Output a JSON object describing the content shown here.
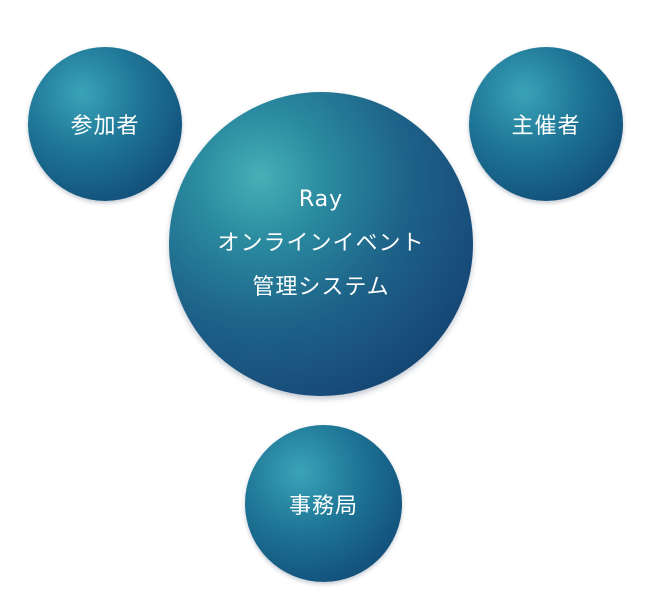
{
  "circles": {
    "participant": {
      "label": "参加者"
    },
    "organizer": {
      "label": "主催者"
    },
    "system": {
      "lines": [
        "Ray",
        "オンラインイベント",
        "管理システム"
      ]
    },
    "office": {
      "label": "事務局"
    }
  },
  "colors": {
    "circle_dark": "#123a66",
    "circle_mid": "#1e6389",
    "circle_highlight": "#46b0b6",
    "text": "#ffffff",
    "background": "#ffffff"
  }
}
